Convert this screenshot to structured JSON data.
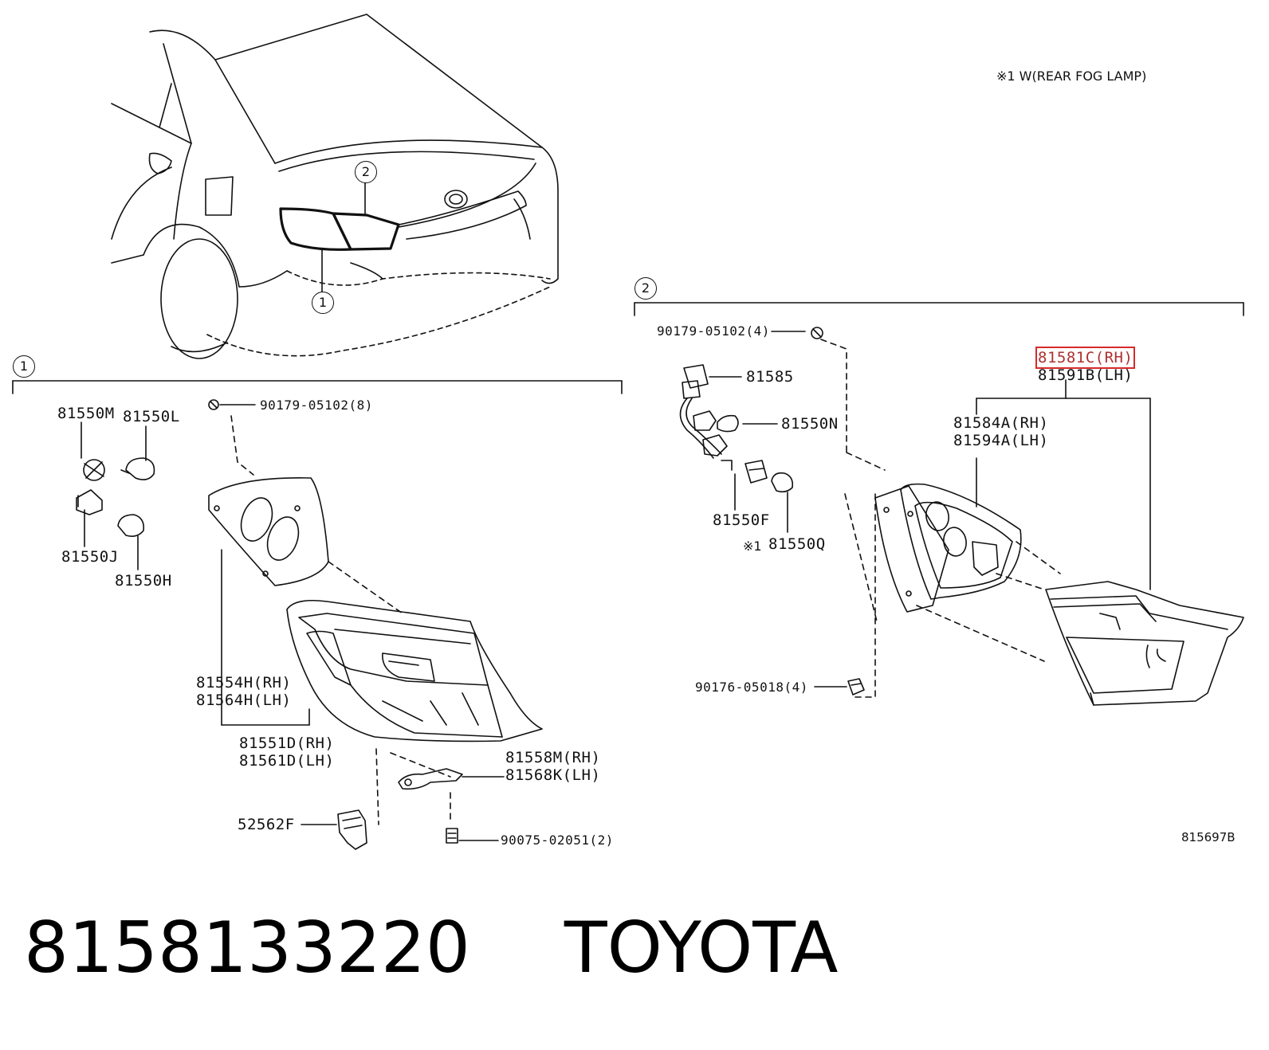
{
  "note": "※1 W(REAR FOG LAMP)",
  "callouts": {
    "c1": "1",
    "c2": "2"
  },
  "section1": {
    "p81550M": "81550M",
    "p81550L": "81550L",
    "p81550J": "81550J",
    "p81550H": "81550H",
    "p90179_8": "90179-05102(8)",
    "p81554H": "81554H(RH)",
    "p81564H": "81564H(LH)",
    "p81551D": "81551D(RH)",
    "p81561D": "81561D(LH)",
    "p81558M": "81558M(RH)",
    "p81568K": "81568K(LH)",
    "p52562F": "52562F",
    "p90075": "90075-02051(2)"
  },
  "section2": {
    "p90179_4": "90179-05102(4)",
    "p81585": "81585",
    "p81550N": "81550N",
    "p81550F": "81550F",
    "p81550Q_mark": "※1",
    "p81550Q": "81550Q",
    "p81581C": "81581C(RH)",
    "p81591B": "81591B(LH)",
    "p81584A": "81584A(RH)",
    "p81594A": "81594A(LH)",
    "p90176": "90176-05018(4)"
  },
  "ref_code": "815697B",
  "footer": {
    "part_number": "8158133220",
    "brand": "TOYOTA"
  }
}
